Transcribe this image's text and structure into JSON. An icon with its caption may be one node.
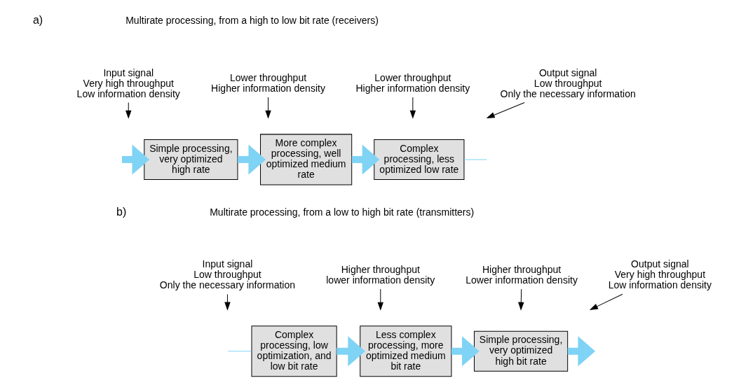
{
  "diagram": {
    "nodes": [
      {
        "text": [
          "Input signal",
          "Very high throughput",
          "Low information density"
        ]
      },
      {
        "text": [
          "Simple processing, very optimized high rate"
        ]
      },
      {
        "text": [
          "Lower throughput",
          "Higher information density"
        ]
      },
      {
        "text": [
          "More complex processing, well optimized medium rate"
        ]
      },
      {
        "text": [
          "Lower throughput",
          "Higher information density"
        ]
      },
      {
        "text": [
          "Complex processing, less optimized low rate"
        ]
      },
      {
        "text": [
          "Output signal",
          "Low throughput",
          "Only the necessary information"
        ]
      },
      {
        "text": [
          "Input signal",
          "Low throughput",
          "Only the necessary information"
        ]
      },
      {
        "text": [
          "Complex processing, low optimization, and low bit rate"
        ]
      },
      {
        "text": [
          "Higher throughput",
          "lower information density"
        ]
      },
      {
        "text": [
          "Less complex processing, more optimized medium bit rate"
        ]
      },
      {
        "text": [
          "Higher throughput",
          "Lower information density"
        ]
      },
      {
        "text": [
          "Simple processing, very optimized high bit rate"
        ]
      },
      {
        "text": [
          "Output signal",
          "Very high throughput",
          "Low information density"
        ]
      }
    ],
    "edges": [
      {
        "from": null,
        "to": 1,
        "arrow": "to",
        "style": "thick",
        "color": "#7fd3f5"
      },
      {
        "from": 1,
        "to": 3,
        "arrow": "to",
        "style": "thick",
        "color": "#7fd3f5"
      },
      {
        "from": 3,
        "to": 5,
        "arrow": "to",
        "style": "thick",
        "color": "#7fd3f5"
      },
      {
        "from": 5,
        "to": null,
        "arrow": "none",
        "color": "#7fd3f5"
      },
      {
        "from": 0,
        "to": null,
        "arrow": "to",
        "color": "#000000"
      },
      {
        "from": 2,
        "to": null,
        "arrow": "to",
        "color": "#000000"
      },
      {
        "from": 4,
        "to": null,
        "arrow": "to",
        "color": "#000000"
      },
      {
        "from": 6,
        "to": null,
        "arrow": "to",
        "color": "#000000"
      },
      {
        "from": null,
        "to": 8,
        "arrow": "none",
        "color": "#7fd3f5"
      },
      {
        "from": 8,
        "to": 10,
        "arrow": "to",
        "style": "thick",
        "color": "#7fd3f5"
      },
      {
        "from": 10,
        "to": 12,
        "arrow": "to",
        "style": "thick",
        "color": "#7fd3f5"
      },
      {
        "from": 12,
        "to": null,
        "arrow": "to",
        "style": "thick",
        "color": "#7fd3f5"
      },
      {
        "from": 7,
        "to": null,
        "arrow": "to",
        "color": "#000000"
      },
      {
        "from": 9,
        "to": null,
        "arrow": "to",
        "color": "#000000"
      },
      {
        "from": 11,
        "to": null,
        "arrow": "to",
        "color": "#000000"
      },
      {
        "from": 13,
        "to": null,
        "arrow": "to",
        "color": "#000000"
      }
    ],
    "labels": [
      "a)",
      "Multirate processing, from a high to low bit rate (receivers)",
      "b)",
      "Multirate processing, from a low to high bit rate (transmitters)"
    ]
  }
}
